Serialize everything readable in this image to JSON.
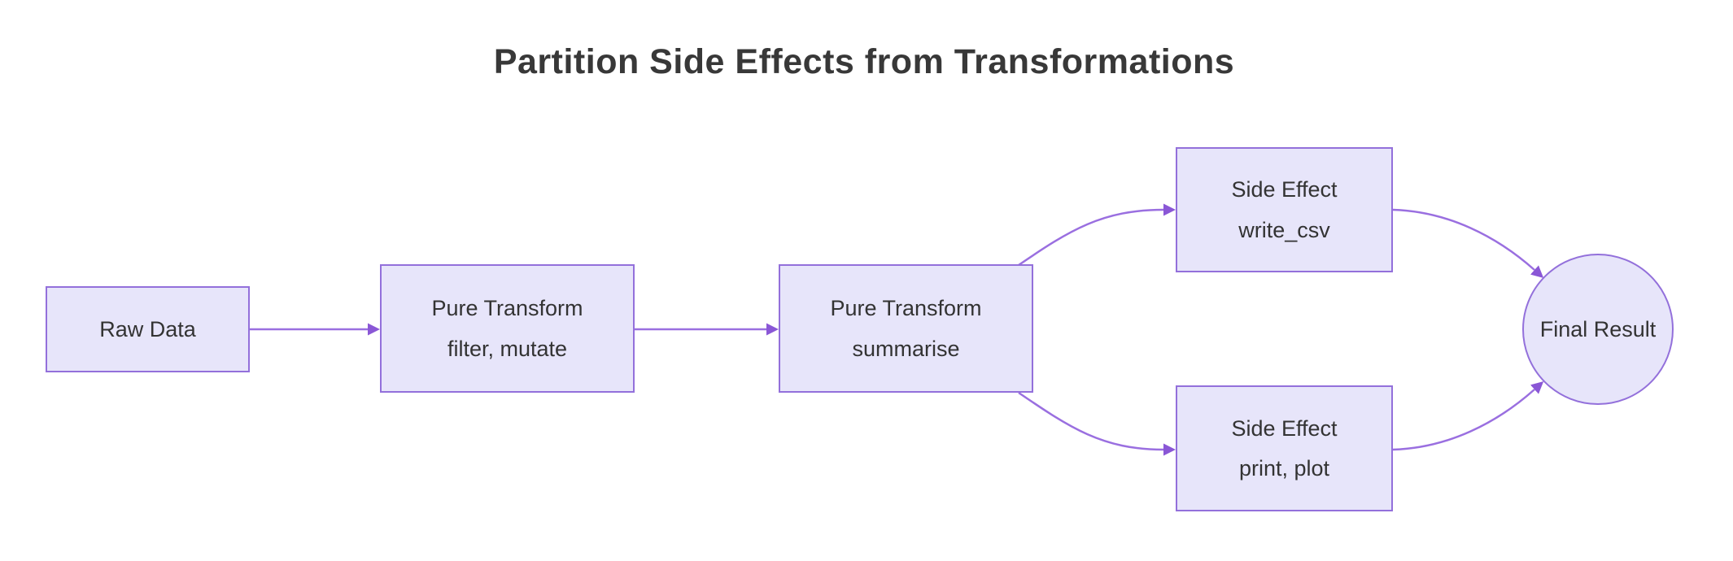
{
  "diagram": {
    "title": "Partition Side Effects from Transformations",
    "type": "flowchart-left-to-right",
    "nodes": {
      "raw_data": {
        "label": "Raw Data",
        "shape": "rect"
      },
      "transform_filter": {
        "line1": "Pure Transform",
        "line2": "filter, mutate",
        "shape": "rect"
      },
      "transform_summarise": {
        "line1": "Pure Transform",
        "line2": "summarise",
        "shape": "rect"
      },
      "side_effect_write": {
        "line1": "Side Effect",
        "line2": "write_csv",
        "shape": "rect"
      },
      "side_effect_print": {
        "line1": "Side Effect",
        "line2": "print, plot",
        "shape": "rect"
      },
      "final_result": {
        "label": "Final Result",
        "shape": "circle"
      }
    },
    "edges": [
      {
        "from": "raw_data",
        "to": "transform_filter",
        "style": "straight-arrow"
      },
      {
        "from": "transform_filter",
        "to": "transform_summarise",
        "style": "straight-arrow"
      },
      {
        "from": "transform_summarise",
        "to": "side_effect_write",
        "style": "curved-arrow"
      },
      {
        "from": "transform_summarise",
        "to": "side_effect_print",
        "style": "curved-arrow"
      },
      {
        "from": "side_effect_write",
        "to": "final_result",
        "style": "curved-arrow"
      },
      {
        "from": "side_effect_print",
        "to": "final_result",
        "style": "curved-arrow"
      }
    ],
    "colors": {
      "background": "#FFFFFF",
      "node_fill": "#E7E5FA",
      "node_border": "#9370DB",
      "edge_stroke": "#9A6FE0",
      "arrowhead_fill": "#8A57D6",
      "node_text": "#333333",
      "title_text": "#383838"
    }
  }
}
